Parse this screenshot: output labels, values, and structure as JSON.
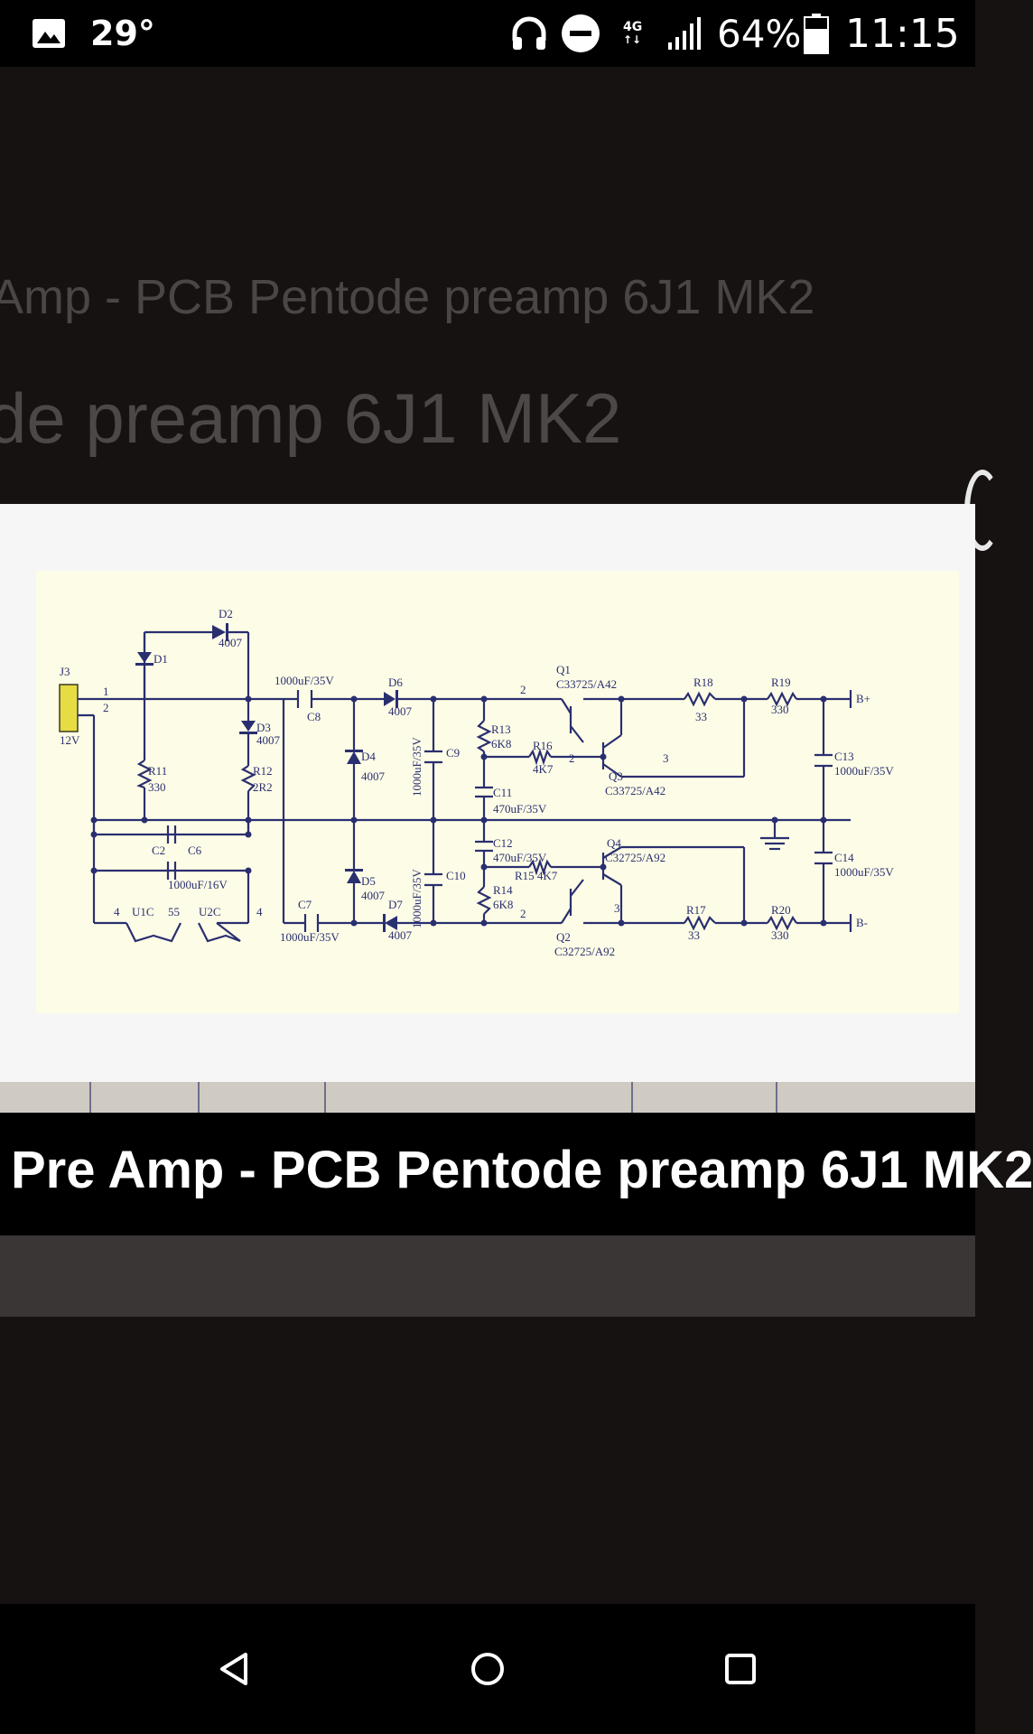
{
  "status_bar": {
    "temperature": "29°",
    "network_type": "4G",
    "battery_percent": "64%",
    "time": "11:15",
    "icons": [
      "image-icon",
      "headphones-icon",
      "do-not-disturb-icon",
      "signal-icon",
      "battery-icon"
    ]
  },
  "background": {
    "title_line1": "Amp - PCB Pentode preamp 6J1 MK2",
    "title_line2": "de preamp 6J1 MK2"
  },
  "caption": {
    "text": "Pre Amp - PCB Pentode preamp 6J1 MK2"
  },
  "schematic": {
    "labels": {
      "d2": "D2",
      "d2v": "4007",
      "d1": "D1",
      "j3": "J3",
      "v12": "12V",
      "pin1": "1",
      "pin2": "2",
      "c8v": "1000uF/35V",
      "c8": "C8",
      "d6": "D6",
      "d6v": "4007",
      "d3": "D3",
      "d3v": "4007",
      "r11": "R11",
      "r11v": "330",
      "r12": "R12",
      "r12v": "2R2",
      "d4": "D4",
      "d4v": "4007",
      "c9v": "1000uF/35V",
      "c9": "C9",
      "r13": "R13",
      "r13v": "6K8",
      "r16": "R16",
      "r16v": "4K7",
      "q1": "Q1",
      "q1v": "C33725/A42",
      "q3": "Q3",
      "q3v": "C33725/A42",
      "r18": "R18",
      "r18v": "33",
      "r19": "R19",
      "r19v": "330",
      "bplus": "B+",
      "c11": "C11",
      "c11v": "470uF/35V",
      "c13": "C13",
      "c13v": "1000uF/35V",
      "c2": "C2",
      "c6": "C6",
      "c6v": "1000uF/16V",
      "d5": "D5",
      "d5v": "4007",
      "c10v": "1000uF/35V",
      "c10": "C10",
      "c12": "C12",
      "c12v": "470uF/35V",
      "r15": "R15 4K7",
      "q4": "Q4",
      "q4v": "C32725/A92",
      "c14": "C14",
      "c14v": "1000uF/35V",
      "r14": "R14",
      "r14v": "6K8",
      "u1c": "U1C",
      "n55": "55",
      "u2c": "U2C",
      "n4a": "4",
      "n4b": "4",
      "c7": "C7",
      "c7v": "1000uF/35V",
      "d7": "D7",
      "d7v": "4007",
      "q2": "Q2",
      "q2v": "C32725/A92",
      "r17": "R17",
      "r17v": "33",
      "r20": "R20",
      "r20v": "330",
      "bminus": "B-",
      "n2a": "2",
      "n2b": "2",
      "n2c": "2",
      "n3a": "3",
      "n3b": "3"
    }
  },
  "colors": {
    "status_bar": "#000000",
    "app_background": "#171212",
    "card": "#f7f6f6",
    "schematic_paper": "#fdfde7",
    "wire": "#2a2f70",
    "connector": "#e6dc44"
  }
}
